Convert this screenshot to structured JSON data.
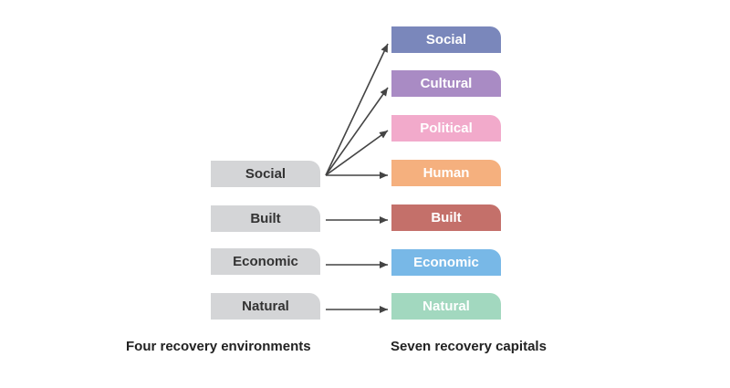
{
  "environments": {
    "caption": "Four recovery environments",
    "color": "#d4d5d7",
    "items": [
      {
        "label": "Social"
      },
      {
        "label": "Built"
      },
      {
        "label": "Economic"
      },
      {
        "label": "Natural"
      }
    ]
  },
  "capitals": {
    "caption": "Seven recovery capitals",
    "items": [
      {
        "label": "Social",
        "color": "#7a87bb"
      },
      {
        "label": "Cultural",
        "color": "#a98bc4"
      },
      {
        "label": "Political",
        "color": "#f2aacb"
      },
      {
        "label": "Human",
        "color": "#f5b07e"
      },
      {
        "label": "Built",
        "color": "#c4706a"
      },
      {
        "label": "Economic",
        "color": "#78b8e7"
      },
      {
        "label": "Natural",
        "color": "#a2d8bf"
      }
    ]
  },
  "connections": [
    {
      "from": "Social",
      "to": "Social"
    },
    {
      "from": "Social",
      "to": "Cultural"
    },
    {
      "from": "Social",
      "to": "Political"
    },
    {
      "from": "Social",
      "to": "Human"
    },
    {
      "from": "Built",
      "to": "Built"
    },
    {
      "from": "Economic",
      "to": "Economic"
    },
    {
      "from": "Natural",
      "to": "Natural"
    }
  ],
  "arrow_color": "#444444"
}
